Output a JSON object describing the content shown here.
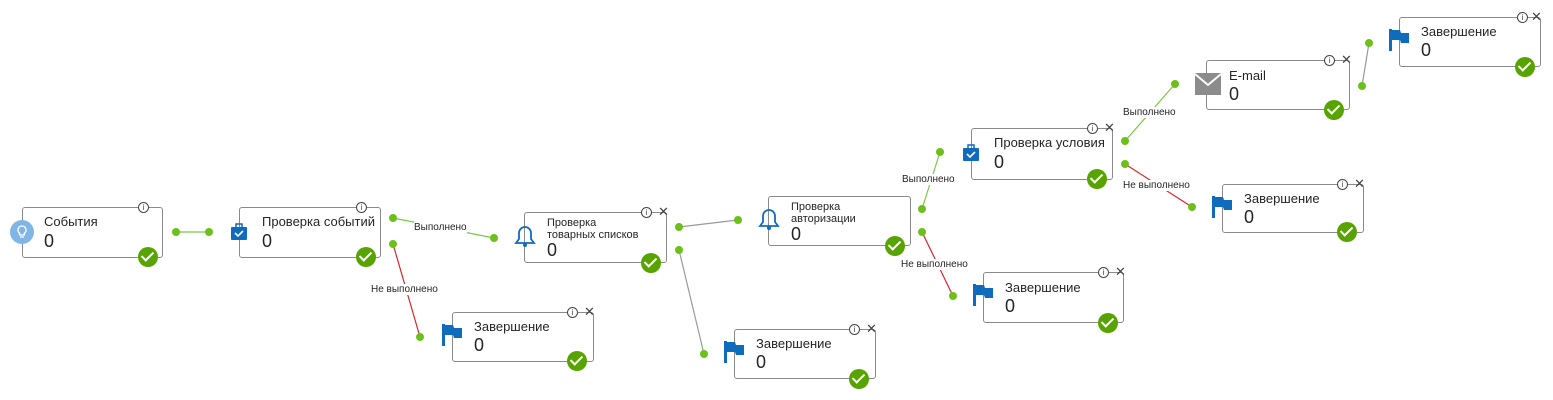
{
  "labels": {
    "done": "Выполнено",
    "not_done": "Не выполнено"
  },
  "colors": {
    "success_edge": "#7ac943",
    "fail_edge": "#d9262c",
    "neutral_edge": "#9a9a9a",
    "port": "#6cc01a",
    "ok": "#57a300",
    "flag": "#0f6cbd",
    "bell": "#0f6cbd",
    "bulb": "#7fb6e6",
    "mail": "#8c8c8c"
  },
  "nodes": {
    "events": {
      "title": "События",
      "count": "0",
      "icon": "lightbulb-icon"
    },
    "check_events": {
      "title": "Проверка событий",
      "count": "0",
      "icon": "briefcase-check-icon"
    },
    "end1": {
      "title": "Завершение",
      "count": "0",
      "icon": "flag-icon"
    },
    "check_lists": {
      "title": "Проверка товарных списков",
      "count": "0",
      "icon": "bell-icon"
    },
    "end2": {
      "title": "Завершение",
      "count": "0",
      "icon": "flag-icon"
    },
    "check_auth": {
      "title": "Проверка авторизации",
      "count": "0",
      "icon": "bell-icon"
    },
    "end3": {
      "title": "Завершение",
      "count": "0",
      "icon": "flag-icon"
    },
    "check_cond": {
      "title": "Проверка условия",
      "count": "0",
      "icon": "briefcase-check-icon"
    },
    "end4": {
      "title": "Завершение",
      "count": "0",
      "icon": "flag-icon"
    },
    "email": {
      "title": "E-mail",
      "count": "0",
      "icon": "mail-icon"
    },
    "end5": {
      "title": "Завершение",
      "count": "0",
      "icon": "flag-icon"
    }
  }
}
